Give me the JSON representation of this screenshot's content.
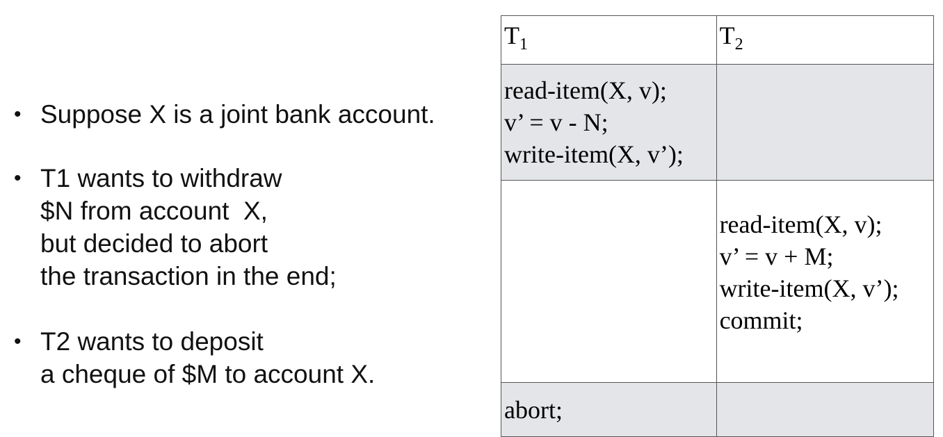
{
  "bullets": [
    {
      "lines": [
        "Suppose X is a joint bank account."
      ]
    },
    {
      "lines": [
        "T1 wants to withdraw",
        "$N from account  X,",
        "but decided to abort",
        "the transaction in the end;"
      ]
    },
    {
      "lines": [
        "T2 wants to deposit",
        "a cheque of $M to account X."
      ]
    }
  ],
  "table": {
    "headers": [
      {
        "main": "T",
        "sub": "1"
      },
      {
        "main": "T",
        "sub": "2"
      }
    ],
    "rows": [
      {
        "t1": [
          "read-item(X, v);",
          "v’ = v - N;",
          "write-item(X, v’);"
        ],
        "t2": []
      },
      {
        "t1": [],
        "t2": [
          "read-item(X, v);",
          "v’ = v + M;",
          "write-item(X, v’);",
          "commit;"
        ]
      },
      {
        "t1": [
          "abort;"
        ],
        "t2": []
      }
    ]
  },
  "colors": {
    "shaded_cell": "#e4e5e9",
    "border": "#555555"
  }
}
